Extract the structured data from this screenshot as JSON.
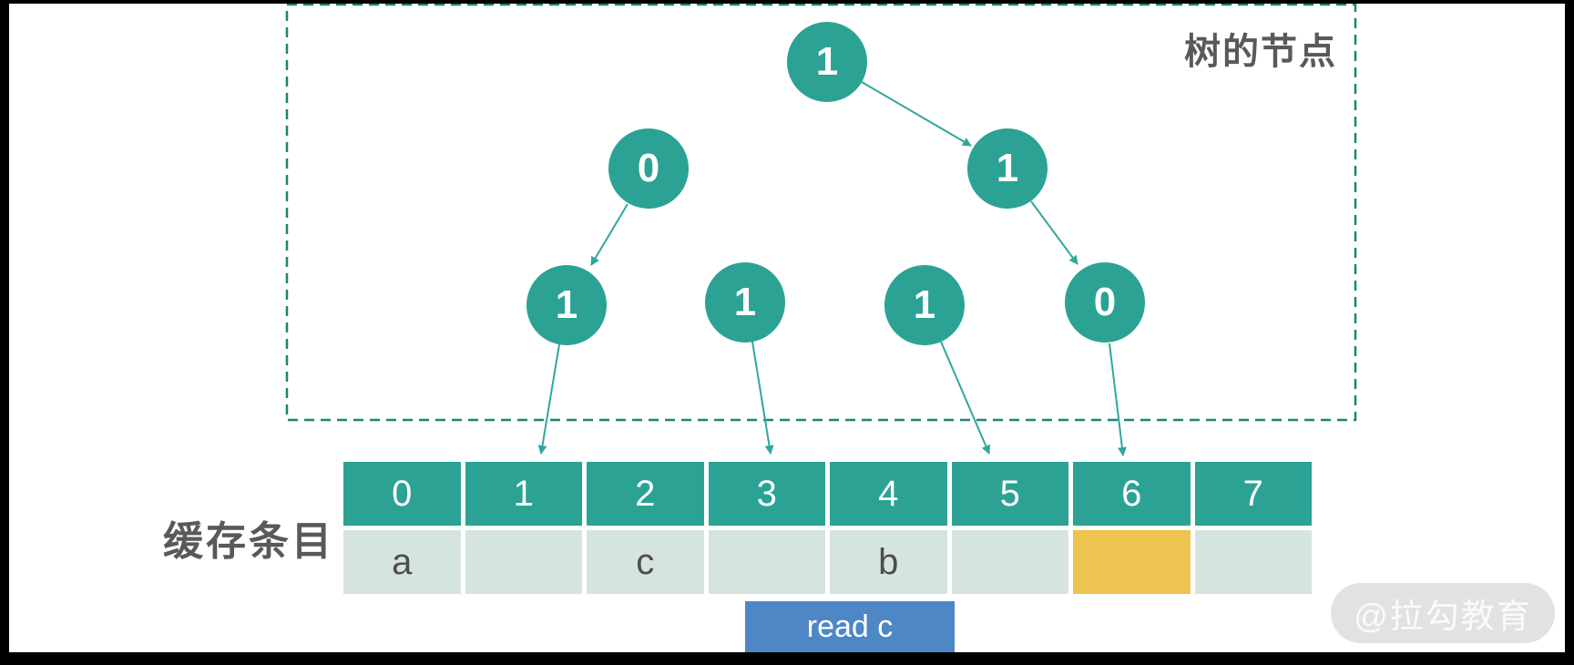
{
  "frame_label": "树的节点",
  "cache_label": "缓存条目",
  "button": {
    "label": "read c"
  },
  "watermark": {
    "text": "@拉勾教育"
  },
  "tree": {
    "nodes": [
      {
        "id": "root",
        "value": "1"
      },
      {
        "id": "left-child",
        "value": "0"
      },
      {
        "id": "right-child",
        "value": "1"
      },
      {
        "id": "leaf-0",
        "value": "1"
      },
      {
        "id": "leaf-1",
        "value": "1"
      },
      {
        "id": "leaf-2",
        "value": "1"
      },
      {
        "id": "leaf-3",
        "value": "0"
      }
    ],
    "edges": [
      {
        "from": "root",
        "to": "right-child"
      },
      {
        "from": "left-child",
        "to": "leaf-0"
      },
      {
        "from": "right-child",
        "to": "leaf-3"
      },
      {
        "from": "leaf-0",
        "to": "cell-1"
      },
      {
        "from": "leaf-1",
        "to": "cell-3"
      },
      {
        "from": "leaf-2",
        "to": "cell-5"
      },
      {
        "from": "leaf-3",
        "to": "cell-6"
      }
    ]
  },
  "cache_table": {
    "headers": [
      "0",
      "1",
      "2",
      "3",
      "4",
      "5",
      "6",
      "7"
    ],
    "values": [
      "a",
      "",
      "c",
      "",
      "b",
      "",
      "",
      ""
    ],
    "highlighted_index": 6
  },
  "colors": {
    "node_teal": "#2BA294",
    "cell_light": "#D6E4E0",
    "highlight_yellow": "#EFC34F",
    "button_blue": "#4E86C6",
    "label_gray": "#595959",
    "dashed_border": "#1B8573",
    "arrow": "#2FA89B",
    "frame_black": "#000000",
    "watermark_bg": "#E2E2E2"
  }
}
